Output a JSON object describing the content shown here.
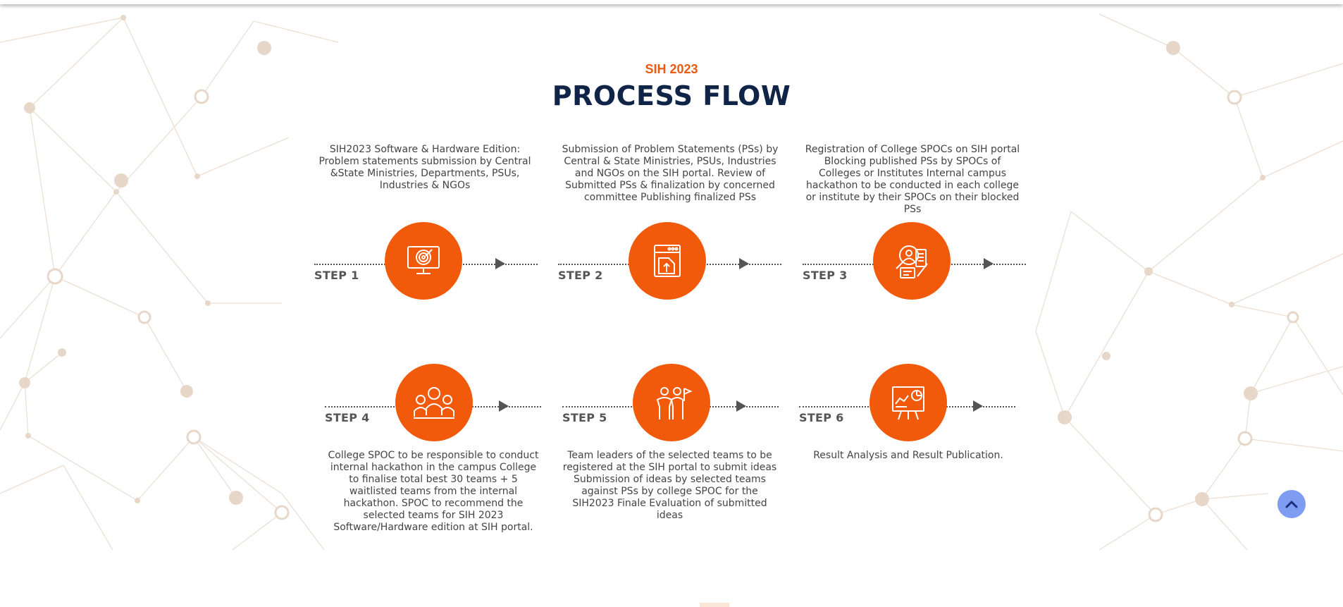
{
  "section": {
    "eyebrow": "SIH 2023",
    "title": "PROCESS FLOW"
  },
  "steps": [
    {
      "label": "STEP 1",
      "icon": "monitor-target-icon",
      "description": "SIH2023 Software & Hardware Edition: Problem statements submission by Central &State Ministries, Departments, PSUs, Industries & NGOs"
    },
    {
      "label": "STEP 2",
      "icon": "document-upload-icon",
      "description": "Submission of Problem Statements (PSs) by Central & State Ministries, PSUs, Industries and NGOs on the SIH portal. Review of Submitted PSs & finalization by concerned committee Publishing finalized PSs"
    },
    {
      "label": "STEP 3",
      "icon": "search-profile-icon",
      "description": "Registration of College SPOCs on SIH portal Blocking published PSs by SPOCs of Colleges or Institutes Internal campus hackathon to be conducted in each college or institute by their SPOCs on their blocked PSs"
    },
    {
      "label": "STEP 4",
      "icon": "team-group-icon",
      "description": "College SPOC to be responsible to conduct internal hackathon in the campus College to finalise total best 30 teams + 5 waitlisted teams from the internal hackathon. SPOC to recommend the selected teams for SIH 2023 Software/Hardware edition at SIH portal."
    },
    {
      "label": "STEP 5",
      "icon": "team-leader-flag-icon",
      "description": "Team leaders of the selected teams to be registered at the SIH portal to submit ideas Submission of ideas by selected teams against PSs by college SPOC for the SIH2023 Finale Evaluation of submitted ideas"
    },
    {
      "label": "STEP 6",
      "icon": "presentation-chart-icon",
      "description": "Result Analysis and Result Publication."
    }
  ],
  "scroll_top": {
    "icon": "chevron-up-icon"
  },
  "colors": {
    "accent": "#f25a0b",
    "title": "#0f2447",
    "eyebrow": "#ea5a11",
    "scroll_button": "#7e9cf2"
  }
}
